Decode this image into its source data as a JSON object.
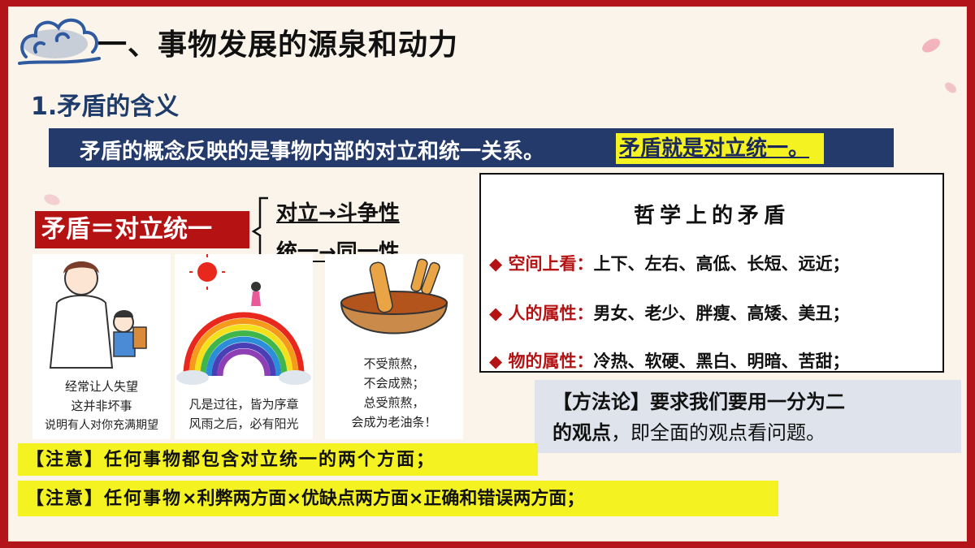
{
  "title": "一、事物发展的源泉和动力",
  "subtitle": "1.矛盾的含义",
  "concept": {
    "text": "矛盾的概念反映的是事物内部的对立和统一关系。",
    "highlight": "矛盾就是对立统一。"
  },
  "equation": "矛盾＝对立统一",
  "relations": [
    "对立→斗争性",
    "统一→同一性"
  ],
  "cartoons": [
    {
      "lines": [
        "经常让人失望",
        "这并非坏事",
        "说明有人对你充满期望"
      ]
    },
    {
      "lines": [
        "凡是过往，皆为序章",
        "风雨之后，必有阳光"
      ]
    },
    {
      "lines": [
        "不受煎熬，",
        "不会成熟；",
        "总受煎熬，",
        "会成为老油条！"
      ]
    }
  ],
  "philosophy": {
    "title": "哲学上的矛盾",
    "rows": [
      {
        "marker": "◆",
        "label": "空间上看：",
        "text": "上下、左右、高低、长短、远近；"
      },
      {
        "marker": "◆",
        "label": "人的属性：",
        "text": "男女、老少、胖瘦、高矮、美丑；"
      },
      {
        "marker": "◆",
        "label": "物的属性：",
        "text": "冷热、软硬、黑白、明暗、苦甜；"
      }
    ]
  },
  "methodology": {
    "label": "【方法论】",
    "text1": "要求我们要用一分为二",
    "text2_bold": "的观点",
    "text2": "，即全面的观点看问题。"
  },
  "notes": [
    {
      "label": "【注意】",
      "text": "任何事物都包含对立统一的两个方面；"
    },
    {
      "label": "【注意】",
      "text": "任何事物",
      "rest": "×利弊两方面×优缺点两方面×正确和错误两方面；"
    }
  ],
  "colors": {
    "frame": "#b3141a",
    "navy": "#233a6b",
    "highlight": "#f5f222",
    "red": "#b51313"
  }
}
